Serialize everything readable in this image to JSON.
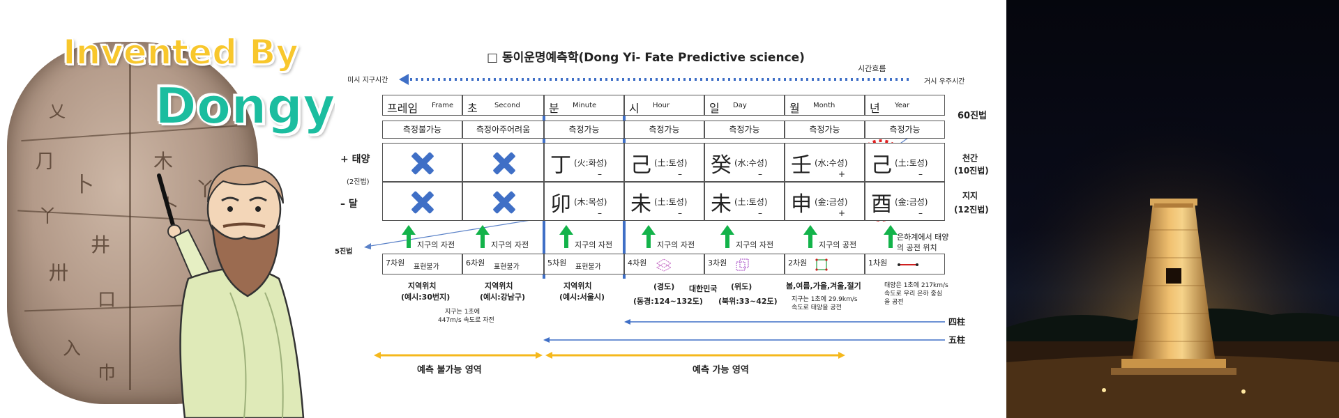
{
  "left": {
    "title_line1": "Invented By",
    "title_line2": "Dongyi"
  },
  "diagram": {
    "title": "□ 동이운명예측학(Dong Yi- Fate Predictive science)",
    "time_flow": "시간흐름",
    "micro_time": "미시 지구시간",
    "macro_time": "거시 우주시간",
    "units": [
      {
        "ko": "프레임",
        "en": "Frame",
        "measure": "측정불가능"
      },
      {
        "ko": "초",
        "en": "Second",
        "measure": "측정아주어려움"
      },
      {
        "ko": "분",
        "en": "Minute",
        "measure": "측정가능"
      },
      {
        "ko": "시",
        "en": "Hour",
        "measure": "측정가능"
      },
      {
        "ko": "일",
        "en": "Day",
        "measure": "측정가능"
      },
      {
        "ko": "월",
        "en": "Month",
        "measure": "측정가능"
      },
      {
        "ko": "년",
        "en": "Year",
        "measure": "측정가능"
      }
    ],
    "row_sun": "+ 태양",
    "row_moon": "– 달",
    "base2": "(2진법)",
    "base5": "5진법",
    "base60": "60진법",
    "heaven_label": "천간\n(10진법)",
    "heaven_label_1": "천간",
    "heaven_label_2": "(10진법)",
    "earth_label_1": "지지",
    "earth_label_2": "(12진법)",
    "stems": [
      {
        "char": "丁",
        "desc": "(火:화성)",
        "sign": "–"
      },
      {
        "char": "己",
        "desc": "(土:토성)",
        "sign": "–"
      },
      {
        "char": "癸",
        "desc": "(水:수성)",
        "sign": "–"
      },
      {
        "char": "壬",
        "desc": "(水:수성)",
        "sign": "+"
      },
      {
        "char": "己",
        "desc": "(土:토성)",
        "sign": "–"
      }
    ],
    "branches": [
      {
        "char": "卯",
        "desc": "(木:목성)",
        "sign": "–"
      },
      {
        "char": "未",
        "desc": "(土:토성)",
        "sign": "–"
      },
      {
        "char": "未",
        "desc": "(土:토성)",
        "sign": "–"
      },
      {
        "char": "申",
        "desc": "(金:금성)",
        "sign": "+"
      },
      {
        "char": "酉",
        "desc": "(金:금성)",
        "sign": "–"
      }
    ],
    "motions": [
      "지구의 자전",
      "지구의 자전",
      "지구의 자전",
      "지구의 자전",
      "지구의 자전",
      "지구의 공전",
      "은하계에서 태양\n의 공전 위치"
    ],
    "motion_last_1": "은하계에서 태양",
    "motion_last_2": "의 공전 위치",
    "dims": [
      {
        "d": "7차원",
        "note": "표현불가"
      },
      {
        "d": "6차원",
        "note": "표현불가"
      },
      {
        "d": "5차원",
        "note": "표현불가"
      },
      {
        "d": "4차원",
        "note": ""
      },
      {
        "d": "3차원",
        "note": ""
      },
      {
        "d": "2차원",
        "note": ""
      },
      {
        "d": "1차원",
        "note": ""
      }
    ],
    "loc1_a": "지역위치",
    "loc1_b": "(예시:30번지)",
    "loc2_a": "지역위치",
    "loc2_b": "(예시:강남구)",
    "loc3_a": "지역위치",
    "loc3_b": "(예시:서울시)",
    "longitude": "(경도)",
    "korea": "대한민국",
    "latitude": "(위도)",
    "lon_range": "(동경:124~132도)",
    "lat_range": "(북위:33~42도)",
    "seasons": "봄,여름,가을,겨울,절기",
    "rot_note_1": "지구는 1초에",
    "rot_note_2": "447m/s 속도로 자전",
    "orbit_note_1": "지구는 1초에 29.9km/s",
    "orbit_note_2": "속도로 태양을 공전",
    "sun_note_1": "태양은 1초에 217km/s",
    "sun_note_2": "속도로 우리 은하 중심",
    "sun_note_3": "을 공전",
    "four_pillars": "四柱",
    "five_pillars": "五柱",
    "unpredictable": "예측 불가능 영역",
    "predictable": "예측 가능 영역"
  },
  "colors": {
    "blue": "#3f6fc6",
    "green": "#13b34a",
    "yellow": "#f5b81c",
    "red_dotted": "#e02020",
    "invented_text": "#f8c72c",
    "dongyi_text": "#1bbd9f"
  }
}
